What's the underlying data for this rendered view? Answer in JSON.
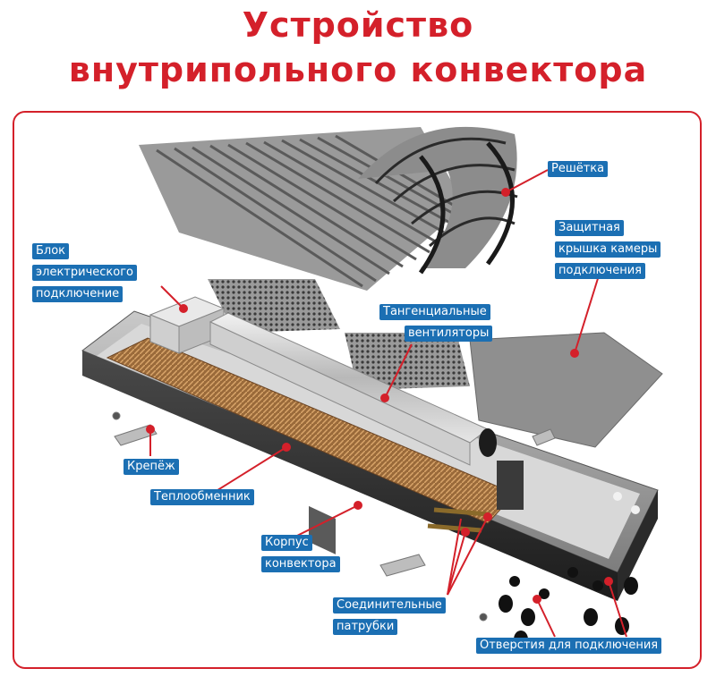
{
  "title": {
    "line1": "Устройство",
    "line2": "внутрипольного конвектора"
  },
  "labels": {
    "grille": "Решётка",
    "cover": [
      "Защитная",
      "крышка камеры",
      "подключения"
    ],
    "electric": [
      "Блок",
      "электрического",
      "подключение"
    ],
    "fans": [
      "Тангенциальные",
      "вентиляторы"
    ],
    "mount": "Крепёж",
    "exchanger": "Теплообменник",
    "body": [
      "Корпус",
      "конвектора"
    ],
    "pipes": [
      "Соединительные",
      "патрубки"
    ],
    "holes": "Отверстия для подключения"
  },
  "colors": {
    "title": "#d4202a",
    "label_bg": "#1b6fb3",
    "leader": "#d4202a"
  }
}
